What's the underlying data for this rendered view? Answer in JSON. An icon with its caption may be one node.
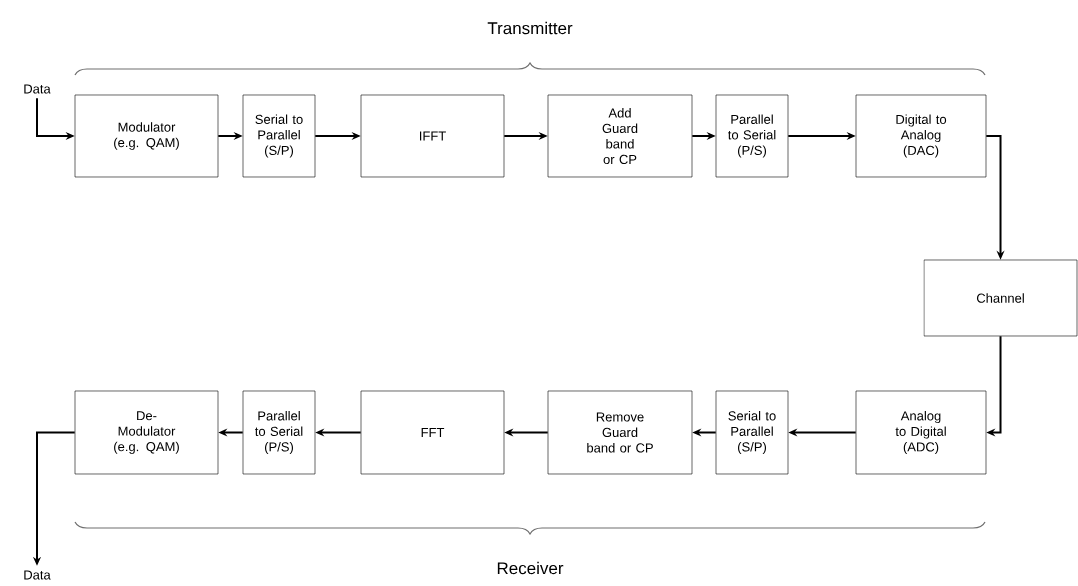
{
  "diagram": {
    "nodes": [
      {
        "text": [
          "Data"
        ]
      },
      {
        "text": [
          "Modulator (e.g. QAM)"
        ]
      },
      {
        "text": [
          "Serial to Parallel (S/P)"
        ]
      },
      {
        "text": [
          "IFFT"
        ]
      },
      {
        "text": [
          "Add Guard band or CP"
        ]
      },
      {
        "text": [
          "Parallel to Serial (P/S)"
        ]
      },
      {
        "text": [
          "Digital to Analog (DAC)"
        ]
      },
      {
        "text": [
          "Channel"
        ]
      },
      {
        "text": [
          "Analog to Digital (ADC)"
        ]
      },
      {
        "text": [
          "Serial to Parallel (S/P)"
        ]
      },
      {
        "text": [
          "Remove Guard band or CP"
        ]
      },
      {
        "text": [
          "FFT"
        ]
      },
      {
        "text": [
          "Parallel to Serial (P/S)"
        ]
      },
      {
        "text": [
          "De- Modulator (e.g. QAM)"
        ]
      },
      {
        "text": [
          "Data"
        ]
      }
    ],
    "edges": [
      {
        "from": 0,
        "to": 1,
        "arrow": "to"
      },
      {
        "from": 1,
        "to": 2,
        "arrow": "to"
      },
      {
        "from": 2,
        "to": 3,
        "arrow": "to"
      },
      {
        "from": 3,
        "to": 4,
        "arrow": "to"
      },
      {
        "from": 4,
        "to": 5,
        "arrow": "to"
      },
      {
        "from": 5,
        "to": 6,
        "arrow": "to"
      },
      {
        "from": 6,
        "to": 7,
        "arrow": "to"
      },
      {
        "from": 7,
        "to": 8,
        "arrow": "to"
      },
      {
        "from": 8,
        "to": 9,
        "arrow": "to"
      },
      {
        "from": 9,
        "to": 10,
        "arrow": "to"
      },
      {
        "from": 10,
        "to": 11,
        "arrow": "to"
      },
      {
        "from": 11,
        "to": 12,
        "arrow": "to"
      },
      {
        "from": 12,
        "to": 13,
        "arrow": "to"
      },
      {
        "from": 13,
        "to": 14,
        "arrow": "to"
      }
    ],
    "labels": [
      "Transmitter",
      "Receiver"
    ]
  }
}
